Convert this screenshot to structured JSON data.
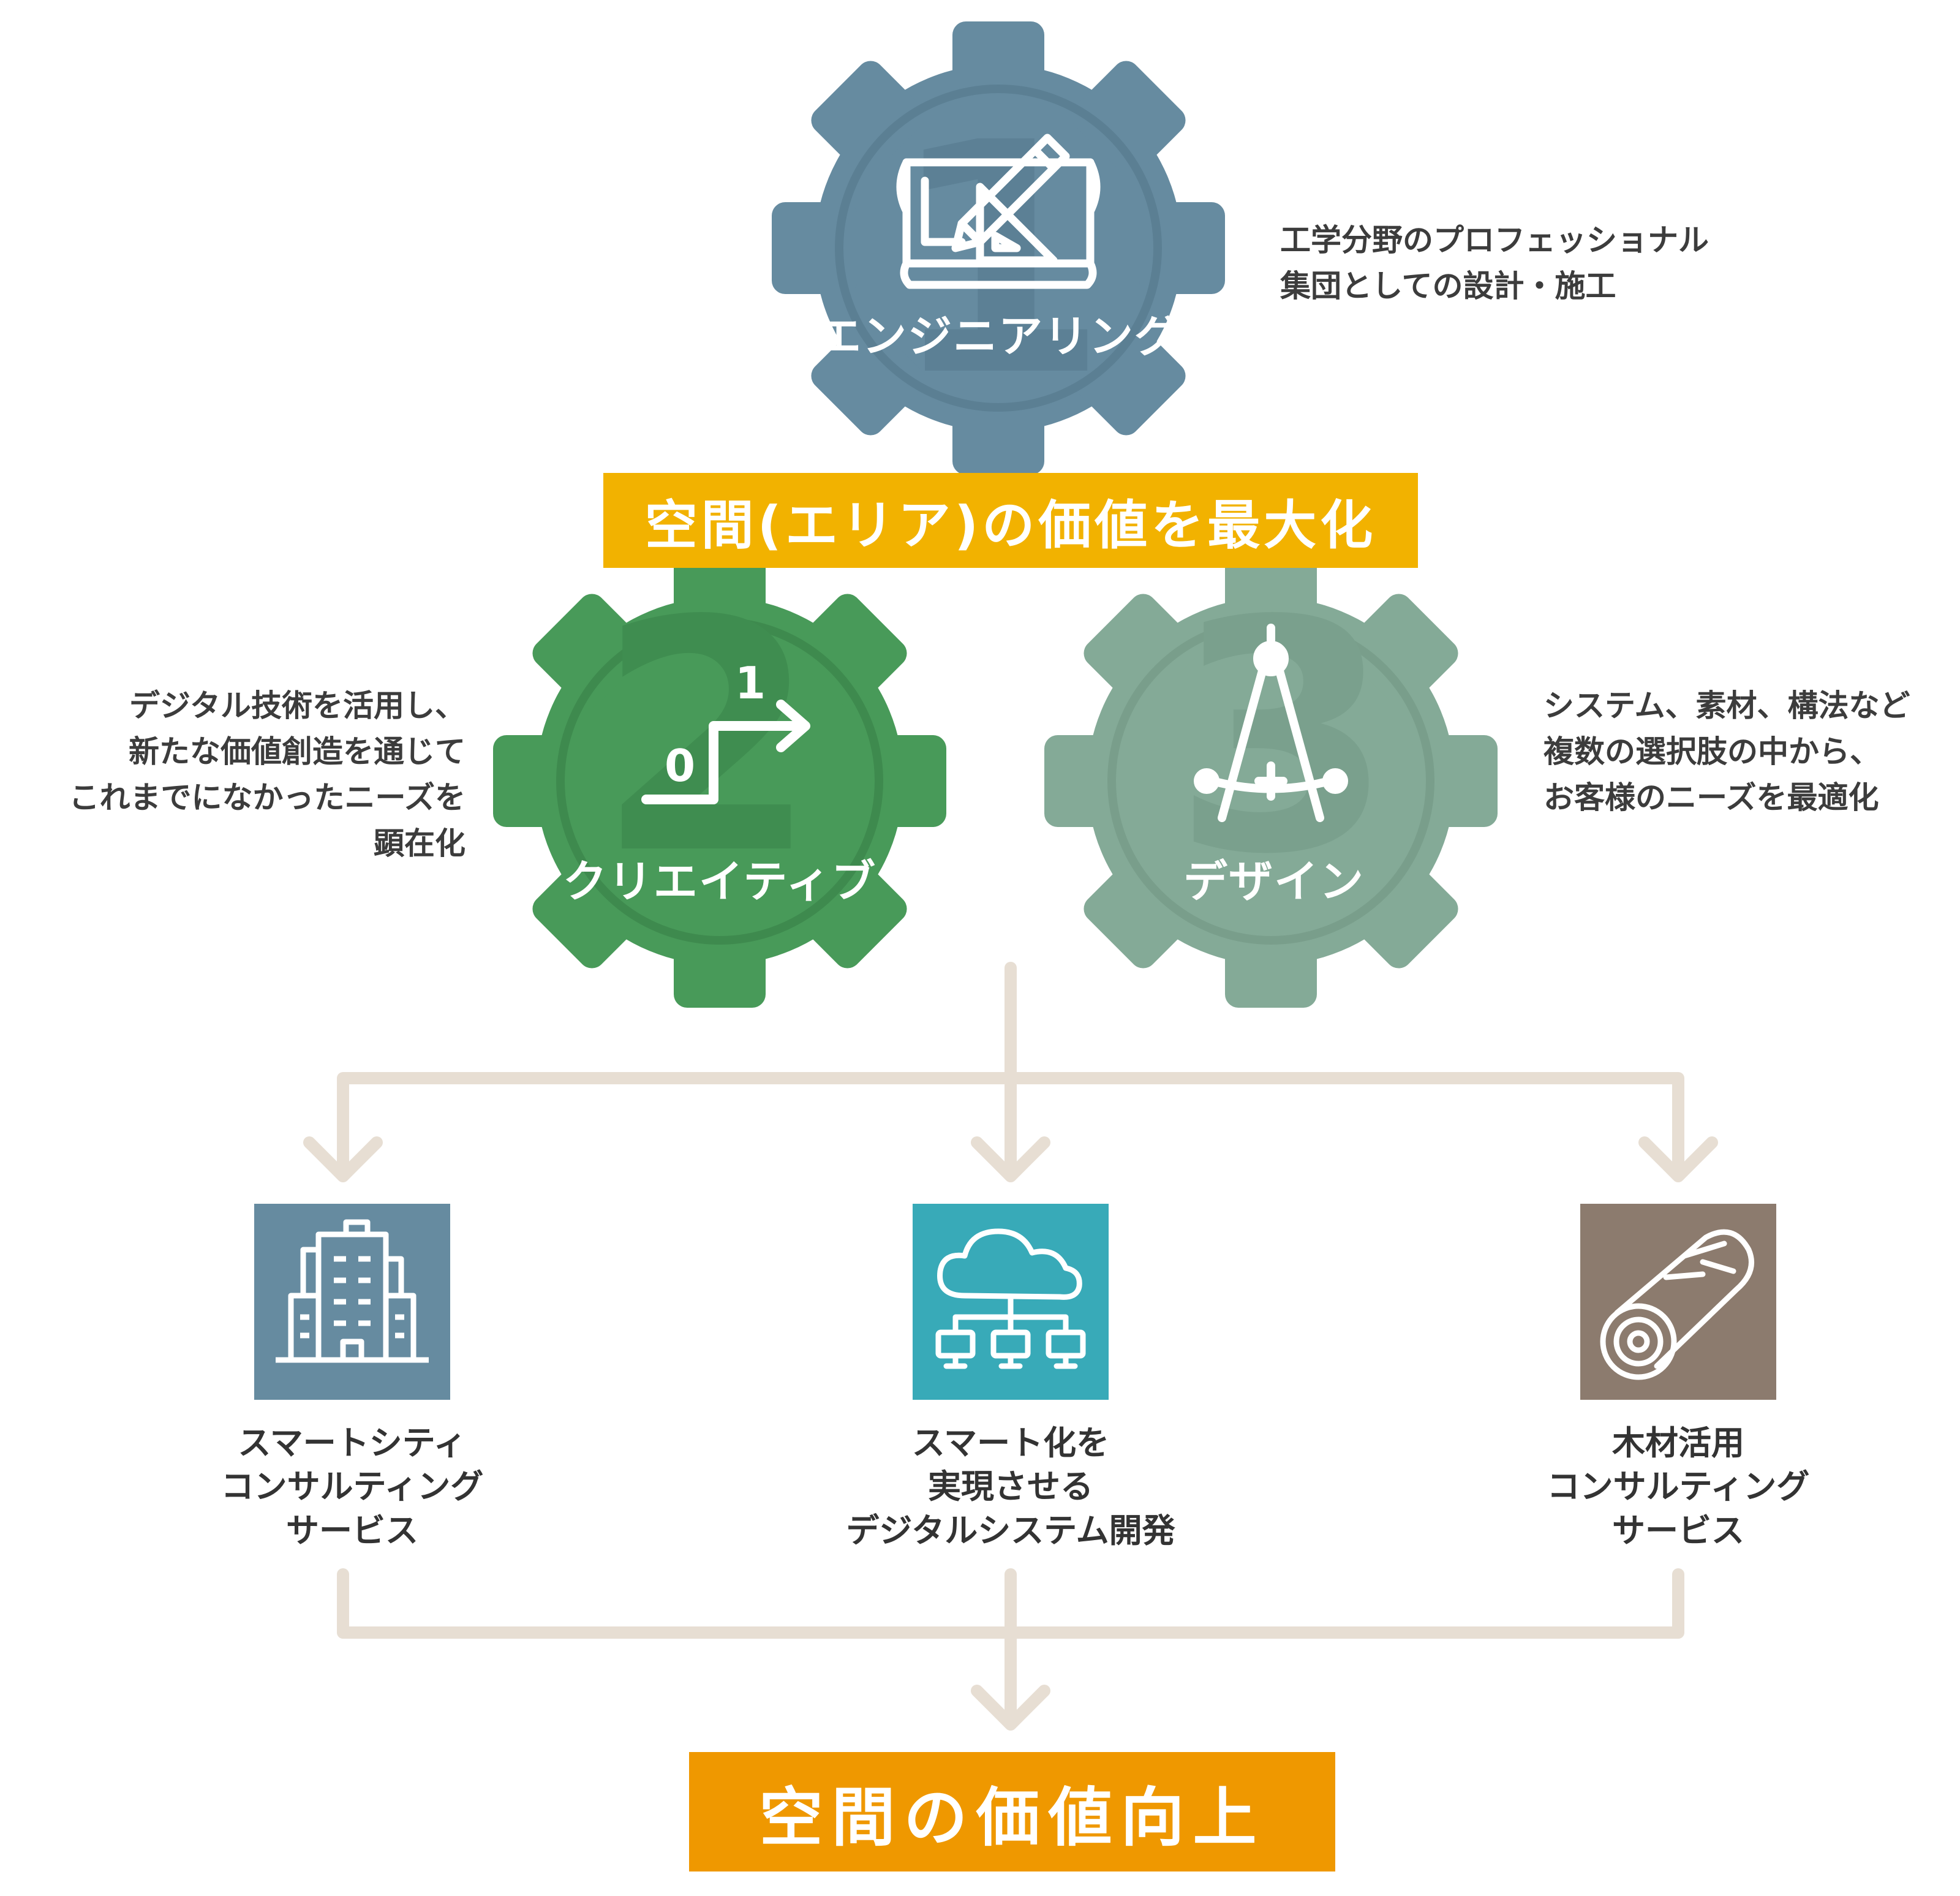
{
  "colors": {
    "gear1": "#668ba0",
    "gear2": "#489a59",
    "gear3": "#84aa97",
    "banner_top": "#f2b200",
    "banner_bottom": "#ef9800",
    "connector": "#e7ded3",
    "svc1": "#668ba0",
    "svc2": "#38aab8",
    "svc3": "#8c7b6e"
  },
  "gears": [
    {
      "label": "エンジニアリング",
      "numeral": "1",
      "icon": "blueprint-pencil-icon"
    },
    {
      "label": "クリエイティブ",
      "numeral": "2",
      "icon": "step-zero-one-icon",
      "icon_text_a": "1",
      "icon_text_b": "0"
    },
    {
      "label": "デザイン",
      "numeral": "3",
      "icon": "compass-icon"
    }
  ],
  "descriptions": {
    "engineering": [
      "工学分野のプロフェッショナル",
      "集団としての設計・施工"
    ],
    "creative": [
      "デジタル技術を活用し、",
      "新たな価値創造を通じて",
      "これまでになかったニーズを",
      "顕在化"
    ],
    "design": [
      "システム、素材、構法など",
      "複数の選択肢の中から、",
      "お客様のニーズを最適化"
    ]
  },
  "banner_top": "空間(エリア)の価値を最大化",
  "services": [
    {
      "icon": "city-buildings-icon",
      "lines": [
        "スマートシティ",
        "コンサルティング",
        "サービス"
      ]
    },
    {
      "icon": "cloud-network-icon",
      "lines": [
        "スマート化を",
        "実現させる",
        "デジタルシステム開発"
      ]
    },
    {
      "icon": "log-wood-icon",
      "lines": [
        "木材活用",
        "コンサルティング",
        "サービス"
      ]
    }
  ],
  "banner_bottom": "空間の価値向上"
}
